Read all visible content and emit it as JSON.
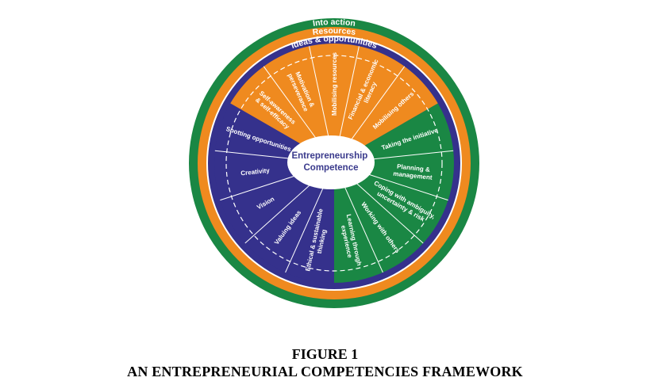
{
  "colors": {
    "outer_green": "#1a8744",
    "resources_orange": "#ef8a1f",
    "ideas_blue": "#35318c",
    "action_green": "#1a8744",
    "white": "#ffffff",
    "center_text": "#3a3a8c"
  },
  "diagram": {
    "center_label": [
      "Entrepreneurship",
      "Competence"
    ],
    "rings": {
      "into_action": "Into action",
      "resources": "Resources",
      "ideas": "Ideas & opportunities"
    },
    "segments": {
      "resources": [
        [
          "Self-awareness",
          "& self-efficacy"
        ],
        [
          "Motivation &",
          "perseverance"
        ],
        [
          "Mobilising resources"
        ],
        [
          "Financial & economic",
          "literacy"
        ],
        [
          "Mobilising others"
        ]
      ],
      "action": [
        [
          "Taking the initiative"
        ],
        [
          "Planning &",
          "management"
        ],
        [
          "Coping with ambiguity,",
          "uncertainty & risk"
        ],
        [
          "Working with others"
        ],
        [
          "Learning through",
          "experience"
        ]
      ],
      "ideas": [
        [
          "Ethical & sustainable",
          "thinking"
        ],
        [
          "Valuing ideas"
        ],
        [
          "Vision"
        ],
        [
          "Creativity"
        ],
        [
          "Spotting opportunities"
        ]
      ]
    }
  },
  "caption": {
    "figure_number": "FIGURE 1",
    "title": "AN ENTREPRENEURIAL COMPETENCIES FRAMEWORK"
  }
}
